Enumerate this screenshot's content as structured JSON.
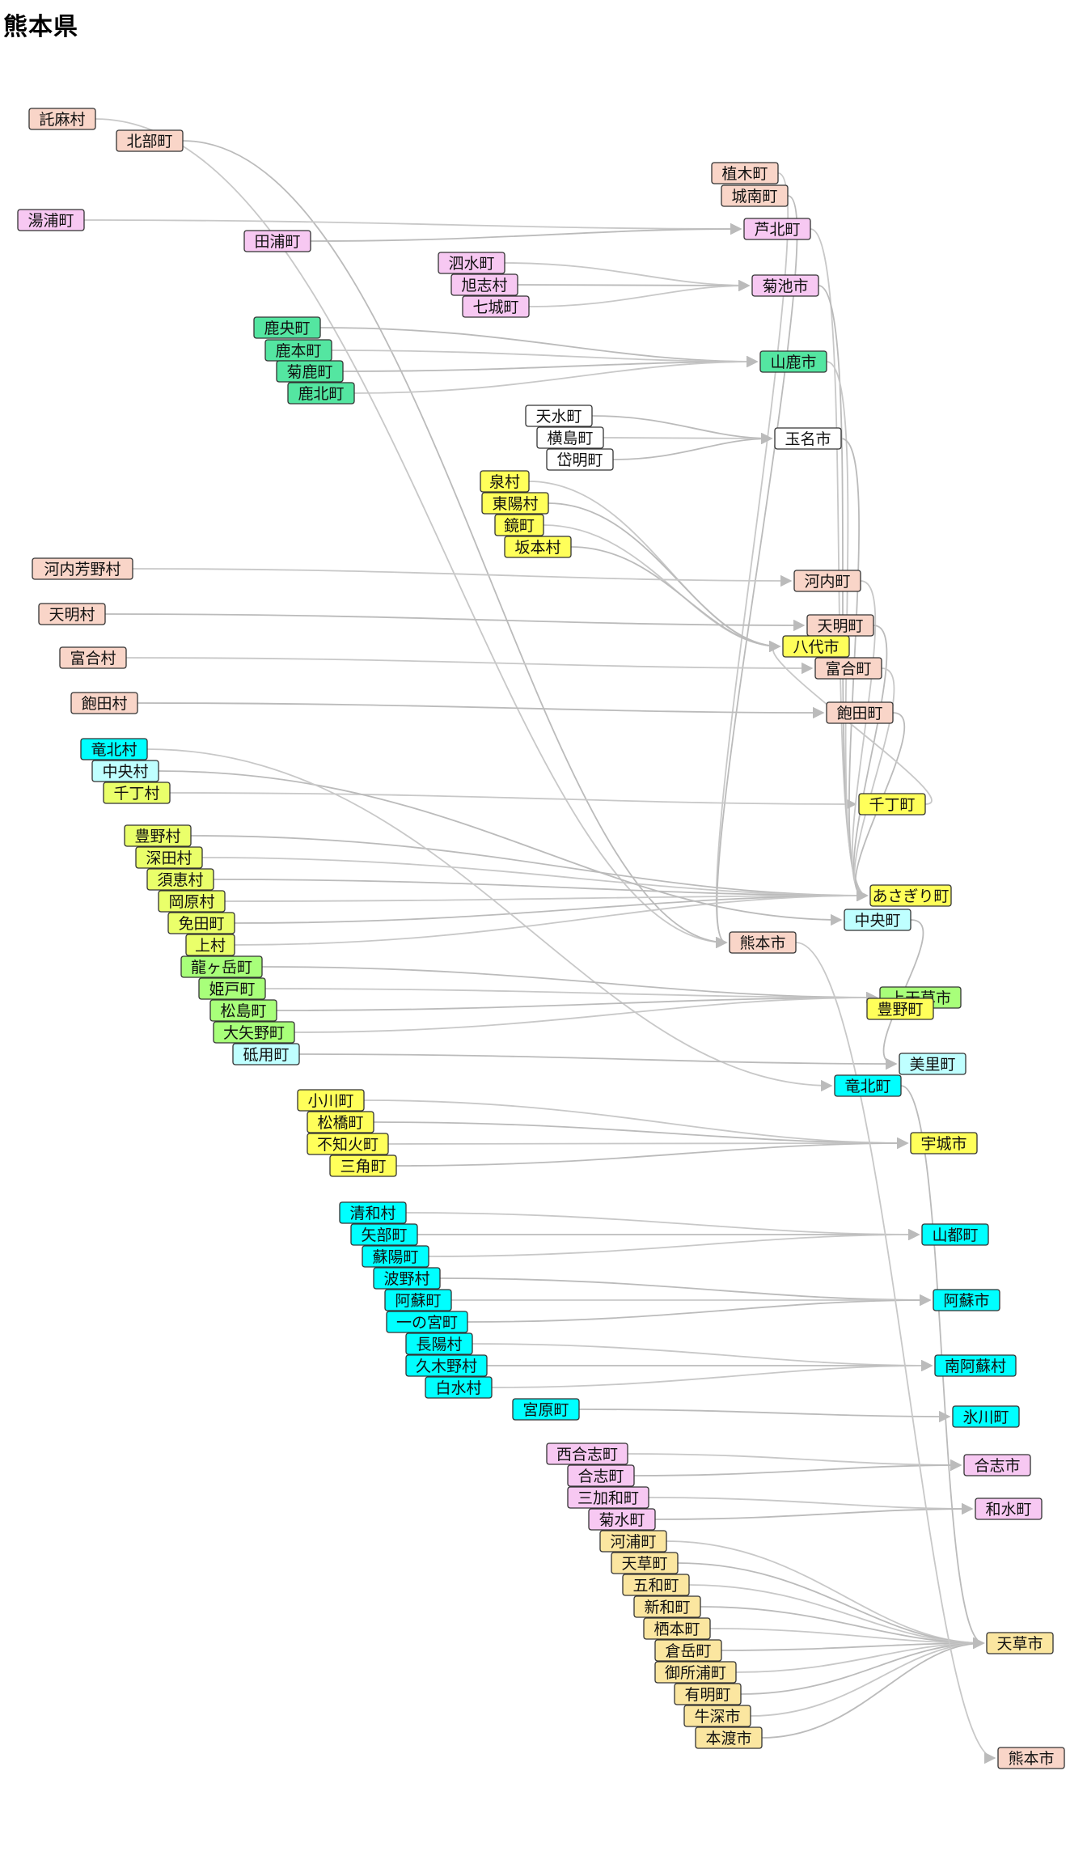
{
  "title": "熊本県",
  "colors": {
    "pink_salmon": "#f9d5c8",
    "magenta_light": "#f7c8f2",
    "green": "#54e6a1",
    "white": "#ffffff",
    "yellow": "#ffff5a",
    "cyan": "#00ffff",
    "cyan_light": "#bfffff",
    "lime": "#a8ff7a",
    "yellow_lime": "#eaff6a",
    "tan": "#fbe6a0",
    "edge": "#bbbbbb"
  },
  "nodes": [
    {
      "id": "n_takuma",
      "label": "託麻村",
      "fill": "pink_salmon"
    },
    {
      "id": "n_hokubu",
      "label": "北部町",
      "fill": "pink_salmon"
    },
    {
      "id": "n_yunoura",
      "label": "湯浦町",
      "fill": "magenta_light"
    },
    {
      "id": "n_tanoura",
      "label": "田浦町",
      "fill": "magenta_light"
    },
    {
      "id": "n_uekimachi",
      "label": "植木町",
      "fill": "pink_salmon"
    },
    {
      "id": "n_jonan",
      "label": "城南町",
      "fill": "pink_salmon"
    },
    {
      "id": "n_ashikita",
      "label": "芦北町",
      "fill": "magenta_light"
    },
    {
      "id": "n_shisui",
      "label": "泗水町",
      "fill": "magenta_light"
    },
    {
      "id": "n_kyokushi",
      "label": "旭志村",
      "fill": "magenta_light"
    },
    {
      "id": "n_shichijo",
      "label": "七城町",
      "fill": "magenta_light"
    },
    {
      "id": "n_kikuchi",
      "label": "菊池市",
      "fill": "magenta_light"
    },
    {
      "id": "n_kao",
      "label": "鹿央町",
      "fill": "green"
    },
    {
      "id": "n_kamoto",
      "label": "鹿本町",
      "fill": "green"
    },
    {
      "id": "n_kikuka",
      "label": "菊鹿町",
      "fill": "green"
    },
    {
      "id": "n_kahoku",
      "label": "鹿北町",
      "fill": "green"
    },
    {
      "id": "n_yamaga",
      "label": "山鹿市",
      "fill": "green"
    },
    {
      "id": "n_tensui",
      "label": "天水町",
      "fill": "white"
    },
    {
      "id": "n_yokoshima",
      "label": "横島町",
      "fill": "white"
    },
    {
      "id": "n_taimei",
      "label": "岱明町",
      "fill": "white"
    },
    {
      "id": "n_tamana",
      "label": "玉名市",
      "fill": "white"
    },
    {
      "id": "n_izumi",
      "label": "泉村",
      "fill": "yellow"
    },
    {
      "id": "n_toyo",
      "label": "東陽村",
      "fill": "yellow"
    },
    {
      "id": "n_kagami",
      "label": "鏡町",
      "fill": "yellow"
    },
    {
      "id": "n_sakamoto",
      "label": "坂本村",
      "fill": "yellow"
    },
    {
      "id": "n_kawachiyoshino",
      "label": "河内芳野村",
      "fill": "pink_salmon"
    },
    {
      "id": "n_kawachi",
      "label": "河内町",
      "fill": "pink_salmon"
    },
    {
      "id": "n_tenmei_v",
      "label": "天明村",
      "fill": "pink_salmon"
    },
    {
      "id": "n_tenmei_t",
      "label": "天明町",
      "fill": "pink_salmon"
    },
    {
      "id": "n_yatsushiro",
      "label": "八代市",
      "fill": "yellow"
    },
    {
      "id": "n_tomiai_v",
      "label": "富合村",
      "fill": "pink_salmon"
    },
    {
      "id": "n_tomiai_t",
      "label": "富合町",
      "fill": "pink_salmon"
    },
    {
      "id": "n_akita_v",
      "label": "飽田村",
      "fill": "pink_salmon"
    },
    {
      "id": "n_akita_t",
      "label": "飽田町",
      "fill": "pink_salmon"
    },
    {
      "id": "n_tatsuta",
      "label": "竜北村",
      "fill": "cyan"
    },
    {
      "id": "n_chuo_v",
      "label": "中央村",
      "fill": "cyan_light"
    },
    {
      "id": "n_sencho_v",
      "label": "千丁村",
      "fill": "yellow_lime"
    },
    {
      "id": "n_sencho_t",
      "label": "千丁町",
      "fill": "yellow"
    },
    {
      "id": "n_toyono_v",
      "label": "豊野村",
      "fill": "yellow_lime"
    },
    {
      "id": "n_fukada",
      "label": "深田村",
      "fill": "yellow_lime"
    },
    {
      "id": "n_sue",
      "label": "須恵村",
      "fill": "yellow_lime"
    },
    {
      "id": "n_okaharu",
      "label": "岡原村",
      "fill": "yellow_lime"
    },
    {
      "id": "n_menda",
      "label": "免田町",
      "fill": "yellow_lime"
    },
    {
      "id": "n_ue",
      "label": "上村",
      "fill": "yellow_lime"
    },
    {
      "id": "n_asagiri",
      "label": "あさぎり町",
      "fill": "yellow"
    },
    {
      "id": "n_chuo_t",
      "label": "中央町",
      "fill": "cyan_light"
    },
    {
      "id": "n_kumamoto1",
      "label": "熊本市",
      "fill": "pink_salmon"
    },
    {
      "id": "n_ryugatake",
      "label": "龍ヶ岳町",
      "fill": "lime"
    },
    {
      "id": "n_himedo",
      "label": "姫戸町",
      "fill": "lime"
    },
    {
      "id": "n_matsushima",
      "label": "松島町",
      "fill": "lime"
    },
    {
      "id": "n_oyano",
      "label": "大矢野町",
      "fill": "lime"
    },
    {
      "id": "n_kamiamakusa",
      "label": "上天草市",
      "fill": "lime"
    },
    {
      "id": "n_toyono_t",
      "label": "豊野町",
      "fill": "yellow"
    },
    {
      "id": "n_tomochi",
      "label": "砥用町",
      "fill": "cyan_light"
    },
    {
      "id": "n_misato",
      "label": "美里町",
      "fill": "cyan_light"
    },
    {
      "id": "n_hikawa_t",
      "label": "竜北町",
      "fill": "cyan"
    },
    {
      "id": "n_ogawa",
      "label": "小川町",
      "fill": "yellow"
    },
    {
      "id": "n_matsubase",
      "label": "松橋町",
      "fill": "yellow"
    },
    {
      "id": "n_shiranui",
      "label": "不知火町",
      "fill": "yellow"
    },
    {
      "id": "n_misumi",
      "label": "三角町",
      "fill": "yellow"
    },
    {
      "id": "n_uki",
      "label": "宇城市",
      "fill": "yellow"
    },
    {
      "id": "n_seiwa",
      "label": "清和村",
      "fill": "cyan"
    },
    {
      "id": "n_yabe",
      "label": "矢部町",
      "fill": "cyan"
    },
    {
      "id": "n_soyo",
      "label": "蘇陽町",
      "fill": "cyan"
    },
    {
      "id": "n_namino",
      "label": "波野村",
      "fill": "cyan"
    },
    {
      "id": "n_aso_t",
      "label": "阿蘇町",
      "fill": "cyan"
    },
    {
      "id": "n_ichinomiya",
      "label": "一の宮町",
      "fill": "cyan"
    },
    {
      "id": "n_choyo",
      "label": "長陽村",
      "fill": "cyan"
    },
    {
      "id": "n_kugino",
      "label": "久木野村",
      "fill": "cyan"
    },
    {
      "id": "n_hakusui",
      "label": "白水村",
      "fill": "cyan"
    },
    {
      "id": "n_yamato",
      "label": "山都町",
      "fill": "cyan"
    },
    {
      "id": "n_aso_c",
      "label": "阿蘇市",
      "fill": "cyan"
    },
    {
      "id": "n_minamiaso",
      "label": "南阿蘇村",
      "fill": "cyan"
    },
    {
      "id": "n_miyahara",
      "label": "宮原町",
      "fill": "cyan"
    },
    {
      "id": "n_hikawa",
      "label": "氷川町",
      "fill": "cyan"
    },
    {
      "id": "n_nishigoshi",
      "label": "西合志町",
      "fill": "magenta_light"
    },
    {
      "id": "n_goshi_t",
      "label": "合志町",
      "fill": "magenta_light"
    },
    {
      "id": "n_mikawa",
      "label": "三加和町",
      "fill": "magenta_light"
    },
    {
      "id": "n_kikusui",
      "label": "菊水町",
      "fill": "magenta_light"
    },
    {
      "id": "n_koshi_c",
      "label": "合志市",
      "fill": "magenta_light"
    },
    {
      "id": "n_nagomi",
      "label": "和水町",
      "fill": "magenta_light"
    },
    {
      "id": "n_kawaura",
      "label": "河浦町",
      "fill": "tan"
    },
    {
      "id": "n_amakusa_t",
      "label": "天草町",
      "fill": "tan"
    },
    {
      "id": "n_itsuwa",
      "label": "五和町",
      "fill": "tan"
    },
    {
      "id": "n_shinwa",
      "label": "新和町",
      "fill": "tan"
    },
    {
      "id": "n_tomoe",
      "label": "栖本町",
      "fill": "tan"
    },
    {
      "id": "n_kuratake",
      "label": "倉岳町",
      "fill": "tan"
    },
    {
      "id": "n_goshoura",
      "label": "御所浦町",
      "fill": "tan"
    },
    {
      "id": "n_ariake",
      "label": "有明町",
      "fill": "tan"
    },
    {
      "id": "n_ushibuka",
      "label": "牛深市",
      "fill": "tan"
    },
    {
      "id": "n_hondo",
      "label": "本渡市",
      "fill": "tan"
    },
    {
      "id": "n_amakusa_c",
      "label": "天草市",
      "fill": "tan"
    },
    {
      "id": "n_kumamoto2",
      "label": "熊本市",
      "fill": "pink_salmon"
    }
  ]
}
